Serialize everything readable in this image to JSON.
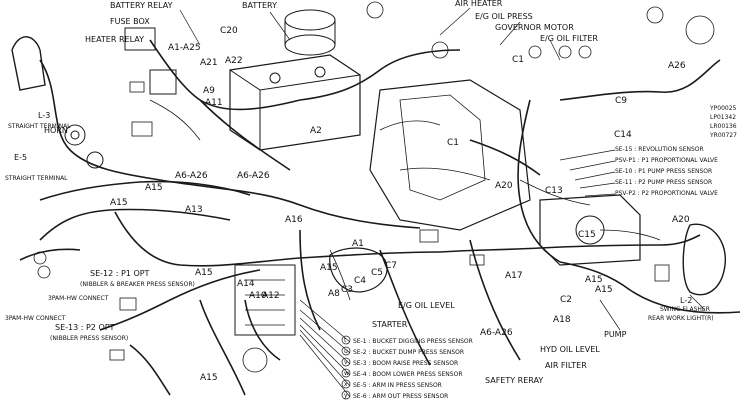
{
  "components": {
    "battery_relay": "BATTERY RELAY",
    "fuse_box": "FUSE BOX",
    "heater_relay": "HEATER RELAY",
    "battery": "BATTERY",
    "air_heater": "AIR HEATER",
    "eg_oil_press": "E/G OIL PRESS",
    "governor_motor": "GOVERNOR MOTOR",
    "eg_oil_filter": "E/G OIL FILTER",
    "horn": "HORN",
    "straight_terminal": "STRAIGHT TERMINAL",
    "se12": "SE-12 : P1 OPT",
    "se12_sub": "(NIBBLER & BREAKER PRESS SENSOR)",
    "se13": "SE-13 : P2 OPT",
    "se13_sub": "(NIBBLER PRESS SENSOR)",
    "connect_3pam": "3PAM-HW CONNECT",
    "eg_oil_level": "E/G OIL LEVEL",
    "starter": "STARTER",
    "hyd_oil_level": "HYD OIL LEVEL",
    "air_filter": "AIR FILTER",
    "safety_relay": "SAFETY RERAY",
    "pump": "PUMP",
    "swing_flasher": "SWING FLASHER",
    "rear_work_light": "REAR WORK LIGHT(R)",
    "l2": "L-2",
    "l3": "L-3",
    "e5": "E-5"
  },
  "sensors_right": [
    {
      "code": "SE-15",
      "label": "SE-15 : REVOLUTION SENSOR"
    },
    {
      "code": "PSV-P1",
      "label": "PSV-P1 : P1 PROPORTIONAL VALVE"
    },
    {
      "code": "SE-10",
      "label": "SE-10 : P1 PUMP PRESS SENSOR"
    },
    {
      "code": "SE-11",
      "label": "SE-11 : P2 PUMP PRESS SENSOR"
    },
    {
      "code": "PSV-P2",
      "label": "PSV-P2 : P2 PROPORTIONAL VALVE"
    }
  ],
  "sensors_bottom": [
    {
      "code": "t",
      "label": "SE-1 : BUCKET DIGGING PRESS SENSOR"
    },
    {
      "code": "u",
      "label": "SE-2 : BUCKET DUMP PRESS SENSOR"
    },
    {
      "code": "v",
      "label": "SE-3 : BOOM RAISE PRESS SENSOR"
    },
    {
      "code": "w",
      "label": "SE-4 : BOOM LOWER PRESS SENSOR"
    },
    {
      "code": "x",
      "label": "SE-5 : ARM IN PRESS SENSOR"
    },
    {
      "code": "y",
      "label": "SE-6 : ARM OUT PRESS SENSOR"
    }
  ],
  "part_numbers": [
    "YP00025",
    "LP01342",
    "LR00136",
    "YR00727"
  ],
  "refs": {
    "a15": "A15",
    "a16": "A16",
    "a6_a26": "A6-A26",
    "a20": "A20",
    "a13": "A13",
    "a9": "A9",
    "a11": "A11",
    "a21": "A21",
    "a22": "A22",
    "a1_a25": "A1-A25",
    "a2": "A2",
    "a1": "A1",
    "a14": "A14",
    "a10": "A10",
    "a12": "A12",
    "a8": "A8",
    "a17": "A17",
    "a18": "A18",
    "a26": "A26",
    "c1": "C1",
    "c2": "C2",
    "c3": "C3",
    "c4": "C4",
    "c5": "C5",
    "c7": "C7",
    "c9": "C9",
    "c13": "C13",
    "c14": "C14",
    "c15": "C15",
    "c20": "C20"
  },
  "colors": {
    "ink": "#1a1a1a",
    "paper": "#ffffff"
  }
}
